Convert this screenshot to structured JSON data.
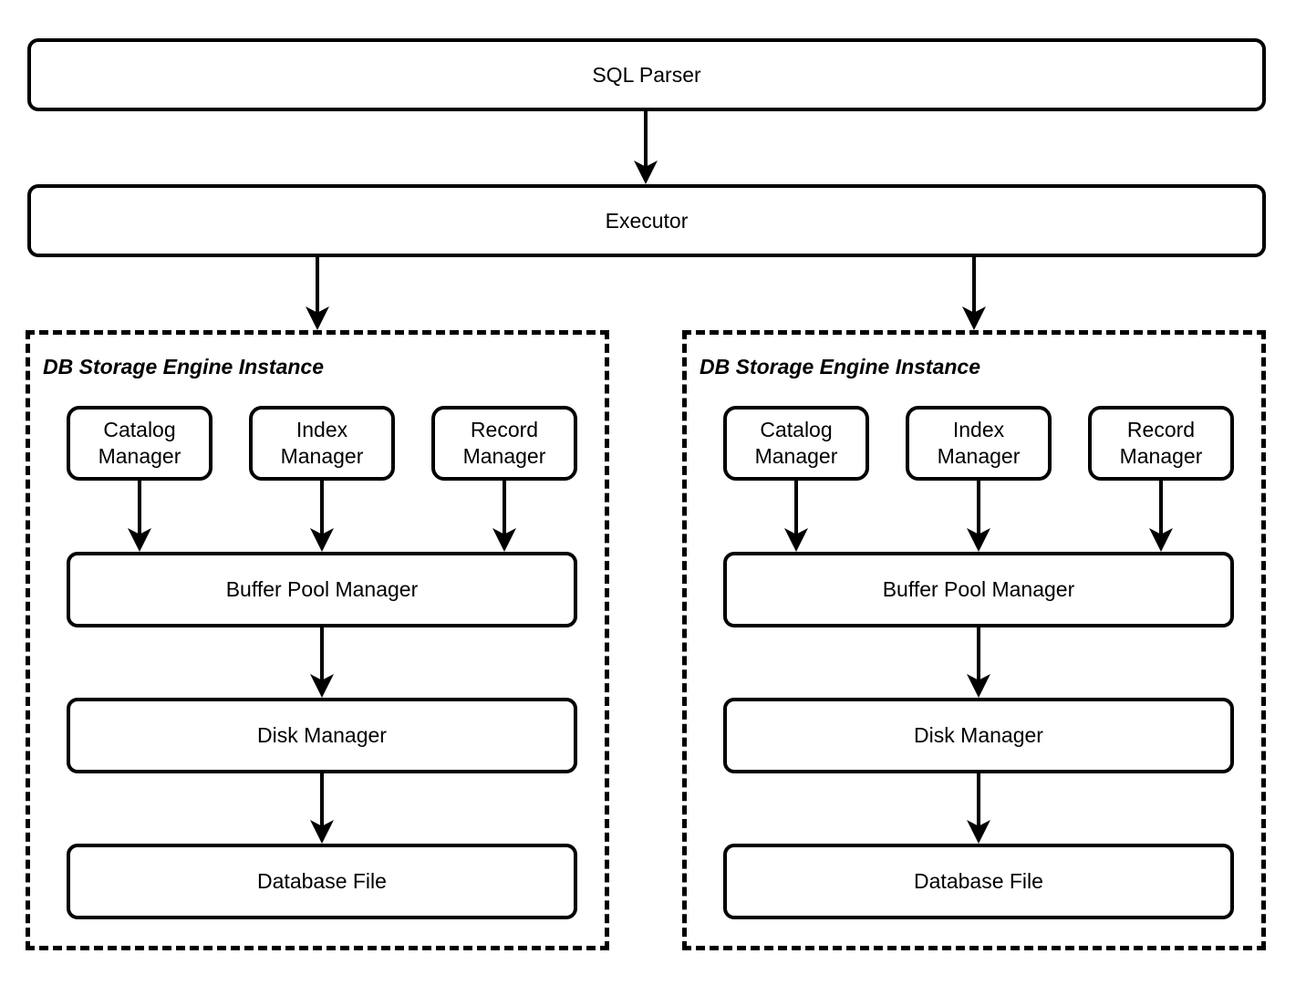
{
  "parser": {
    "label": "SQL Parser"
  },
  "executor": {
    "label": "Executor"
  },
  "engines": [
    {
      "title": "DB Storage Engine Instance",
      "nodes": {
        "catalog": "Catalog Manager",
        "index": "Index Manager",
        "record": "Record Manager",
        "buffer": "Buffer Pool Manager",
        "disk": "Disk Manager",
        "file": "Database File"
      }
    },
    {
      "title": "DB Storage Engine Instance",
      "nodes": {
        "catalog": "Catalog Manager",
        "index": "Index Manager",
        "record": "Record Manager",
        "buffer": "Buffer Pool Manager",
        "disk": "Disk Manager",
        "file": "Database File"
      }
    }
  ],
  "colors": {
    "line": "#000000",
    "background": "#ffffff"
  }
}
